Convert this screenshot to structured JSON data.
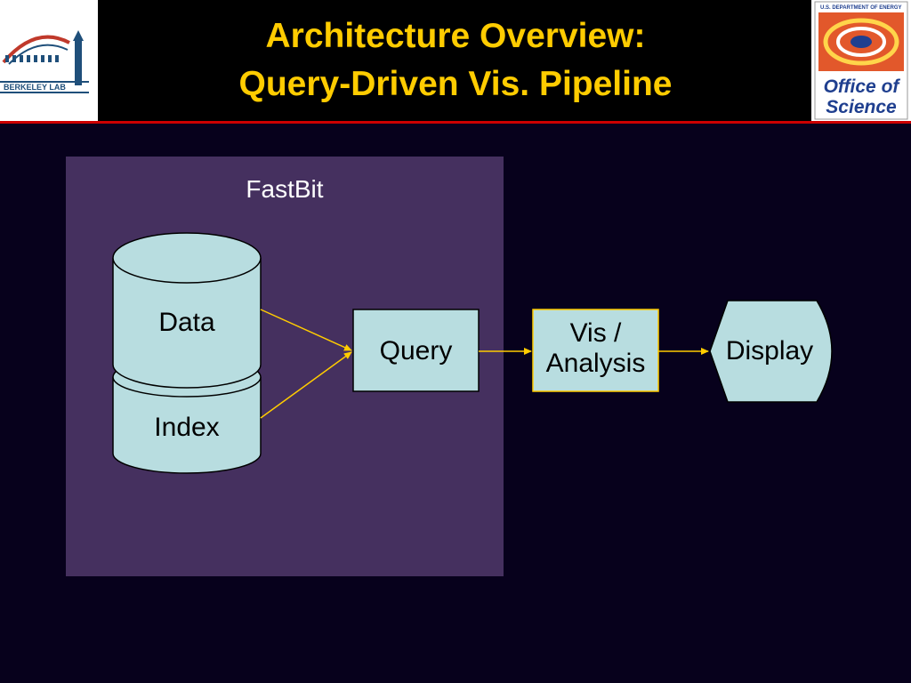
{
  "header": {
    "title_line1": "Architecture Overview:",
    "title_line2": "Query-Driven Vis. Pipeline",
    "left_logo_text": "BERKELEY LAB",
    "right_logo_small_text": "U.S. DEPARTMENT OF ENERGY",
    "right_logo_line1": "Office of",
    "right_logo_line2": "Science"
  },
  "diagram": {
    "container_label": "FastBit",
    "nodes": {
      "data": "Data",
      "index": "Index",
      "query": "Query",
      "vis_line1": "Vis /",
      "vis_line2": "Analysis",
      "display": "Display"
    }
  },
  "colors": {
    "title": "#ffcc00",
    "background": "#07011c",
    "container": "#45305f",
    "node_fill": "#b8dde0",
    "arrow": "#ffcc00",
    "rule": "#cc0000"
  }
}
